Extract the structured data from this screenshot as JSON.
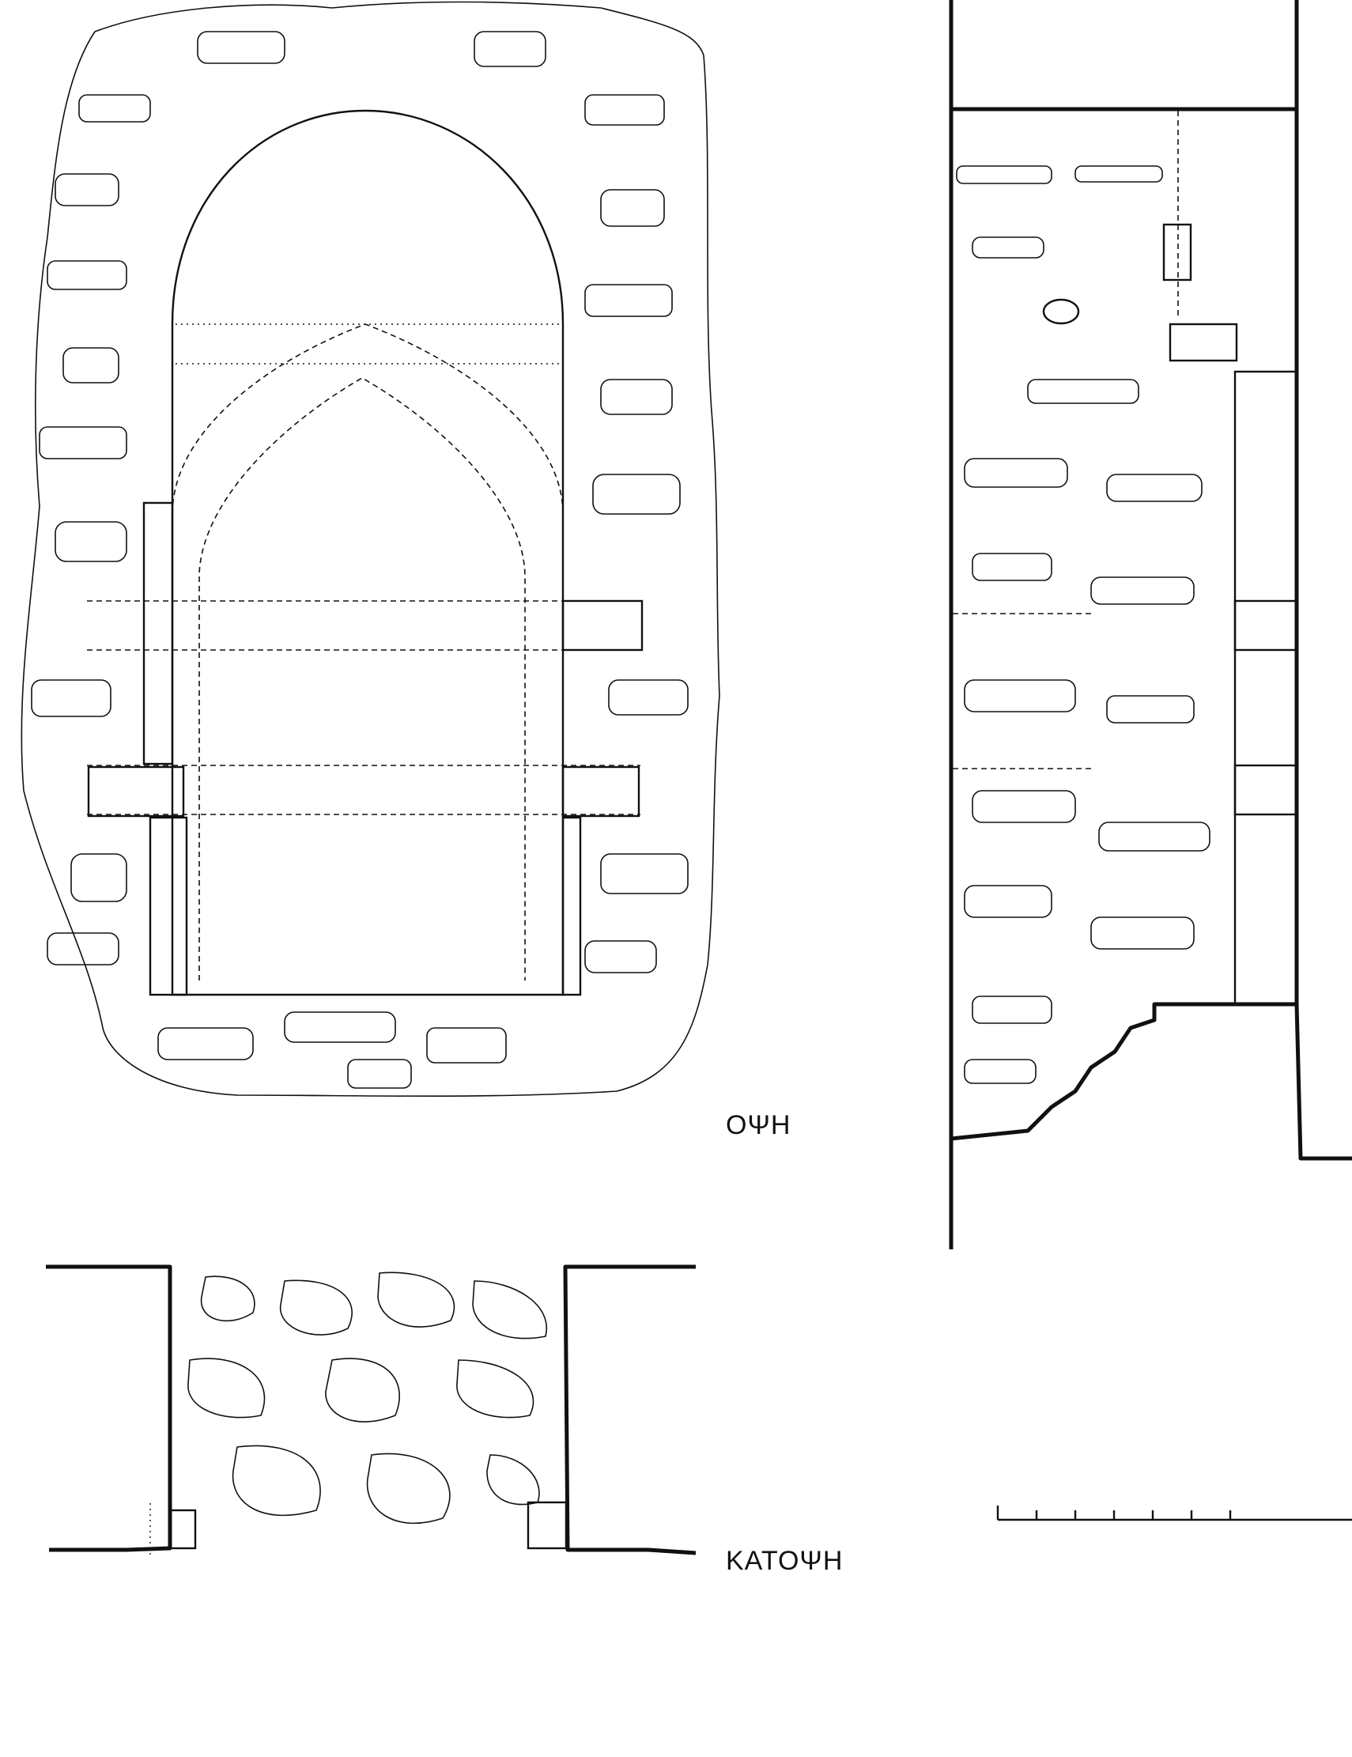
{
  "labels": {
    "elevation": "ΟΨΗ",
    "plan": "ΚΑΤΟΨΗ"
  },
  "scale_bar": {
    "ticks": 6
  },
  "colors": {
    "ink": "#111111",
    "paper": "#ffffff"
  }
}
